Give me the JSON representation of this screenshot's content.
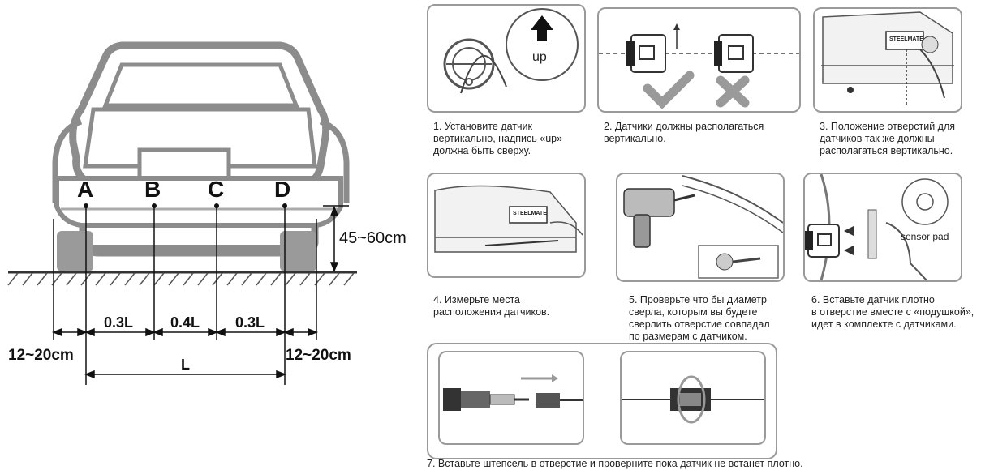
{
  "diagram": {
    "sensor_labels": [
      "A",
      "B",
      "C",
      "D"
    ],
    "height_label": "45~60cm",
    "segment_labels": [
      "0.3L",
      "0.4L",
      "0.3L"
    ],
    "side_label_left": "12~20cm",
    "side_label_right": "12~20cm",
    "total_label": "L"
  },
  "steps": [
    {
      "caption": "1. Установите датчик\nвертикально, надпись «up»\nдолжна быть сверху.",
      "inner_label": "up"
    },
    {
      "caption": "2. Датчики должны располагаться\nвертикально."
    },
    {
      "caption": "3. Положение отверстий для\nдатчиков так же должны\nрасполагаться вертикально.",
      "plate_text": "STEELMATE"
    },
    {
      "caption": "4. Измерьте места\nрасположения датчиков.",
      "plate_text": "STEELMATE"
    },
    {
      "caption": "5. Проверьте что бы диаметр\nсверла, которым вы будете\nсверлить отверстие совпадал\nпо размерам с датчиком."
    },
    {
      "caption": "6. Вставьте датчик плотно\nв отверстие вместе с «подушкой»,\nидет в комплекте с датчиками.",
      "inner_label": "sensor pad"
    },
    {
      "caption": "7. Вставьте штепсель в отверстие и проверните пока датчик не встанет плотно."
    }
  ]
}
